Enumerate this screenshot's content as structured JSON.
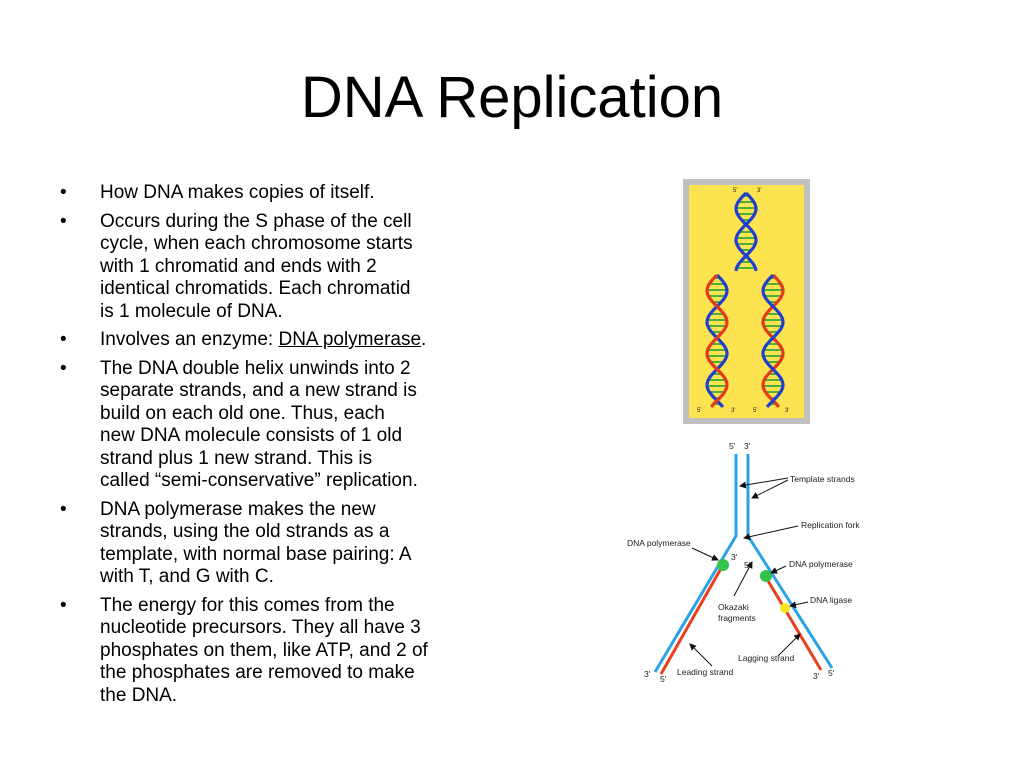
{
  "slide": {
    "title": "DNA Replication",
    "bullets": [
      {
        "lead": "How DNA makes copies of itself."
      },
      {
        "lead": "Occurs during the S phase of the cell\ncycle, when each chromosome starts\nwith 1 chromatid and ends with 2\nidentical chromatids.  Each chromatid\nis 1 molecule of DNA."
      },
      {
        "lead": "Involves an enzyme: ",
        "link": "DNA polymerase",
        "tail": "."
      },
      {
        "lead": "The DNA double helix unwinds into 2\nseparate strands, and a new strand is\nbuild on each old one.  Thus, each\nnew DNA molecule consists of 1 old\nstrand plus 1 new strand.  This is\ncalled “semi-conservative” replication."
      },
      {
        "lead": "DNA polymerase makes the new\nstrands, using the old strands as a\ntemplate, with normal base pairing: A\nwith T, and G with C."
      },
      {
        "lead": "The energy for this comes from the\nnucleotide precursors.  They all have 3\nphosphates on them, like ATP, and 2 of\nthe phosphates are removed to make\nthe DNA."
      }
    ],
    "bullet_symbol": "•"
  },
  "helix_figure": {
    "end_labels_top": [
      "5'",
      "3'"
    ],
    "end_labels_bottom": [
      "5'",
      "3'",
      "5'",
      "3'"
    ],
    "colors": {
      "background": "#fde34f",
      "frame": "#c0c0c0",
      "old_strand": "#1f3fd0",
      "new_strand": "#e23a1c",
      "rungs": "#4caf3c"
    }
  },
  "fork_diagram": {
    "labels": {
      "top_5": "5'",
      "top_3": "3'",
      "template_strands": "Template strands",
      "replication_fork": "Replication fork",
      "dna_polymerase_left": "DNA polymerase",
      "dna_polymerase_right": "DNA polymerase",
      "okazaki_line1": "Okazaki",
      "okazaki_line2": "fragments",
      "dna_ligase": "DNA ligase",
      "lagging_strand": "Lagging strand",
      "leading_strand": "Leading strand",
      "inner_3": "3'",
      "inner_5": "5'",
      "bottom_left_3": "3'",
      "bottom_left_5": "5'",
      "bottom_right_3": "3'",
      "bottom_right_5": "5'"
    },
    "colors": {
      "template": "#29a3e6",
      "new_strand": "#e8401a",
      "polymerase": "#33c24a",
      "ligase": "#f6e61f"
    }
  }
}
